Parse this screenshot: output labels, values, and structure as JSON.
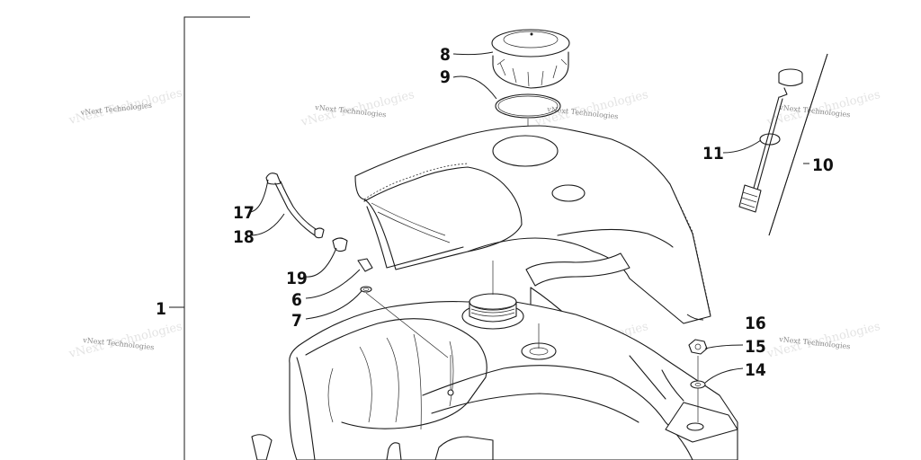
{
  "watermark_text": "vNext Technologies",
  "callouts": {
    "c1": "1",
    "c6": "6",
    "c7": "7",
    "c8": "8",
    "c9": "9",
    "c10": "10",
    "c11": "11",
    "c14": "14",
    "c15": "15",
    "c16": "16",
    "c17": "17",
    "c18": "18",
    "c19": "19"
  },
  "colors": {
    "line": "#1a1a1a",
    "watermark": "#8a8a8a",
    "background": "#ffffff"
  }
}
